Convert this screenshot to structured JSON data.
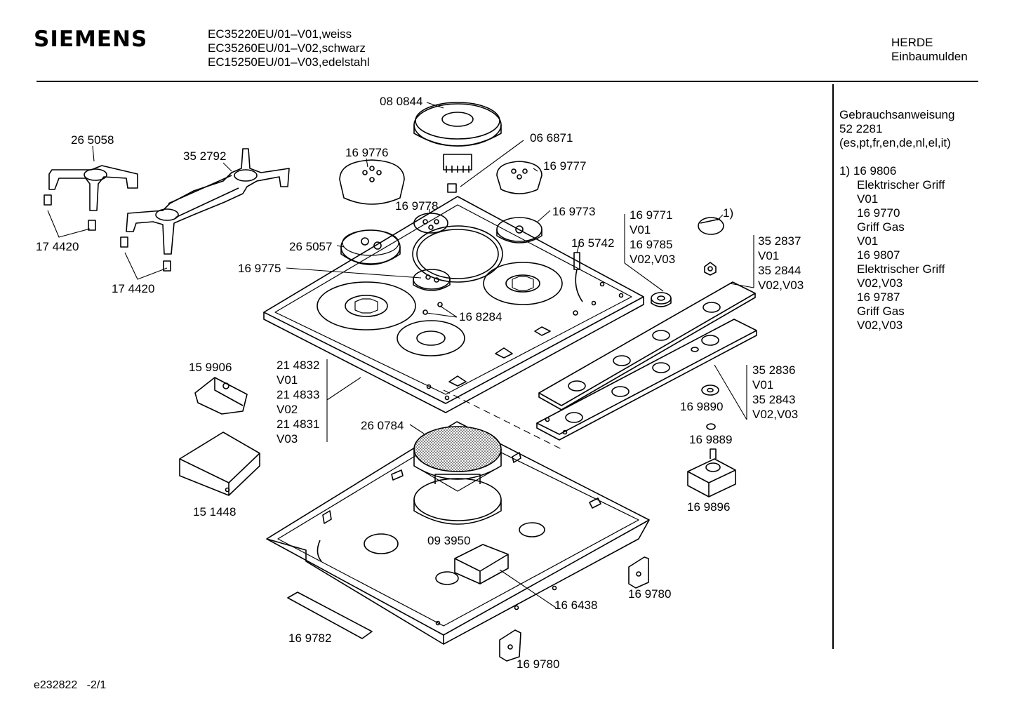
{
  "header": {
    "brand": "SIEMENS",
    "models": [
      "EC35220EU/01–V01,weiss",
      "EC35260EU/01–V02,schwarz",
      "EC15250EU/01–V03,edelstahl"
    ],
    "category": [
      "HERDE",
      "Einbaumulden"
    ]
  },
  "side_notes": {
    "manual_title": "Gebrauchsanweisung",
    "manual_number": "52 2281",
    "manual_languages": "(es,pt,fr,en,de,nl,el,it)",
    "footnote_marker": "1)",
    "footnote_lines": [
      "16 9806",
      "Elektrischer Griff",
      "V01",
      "16 9770",
      "Griff Gas",
      "V01",
      "16 9807",
      "Elektrischer Griff",
      "V02,V03",
      "16 9787",
      "Griff Gas",
      "V02,V03"
    ]
  },
  "part_labels": [
    {
      "id": "lbl-080844",
      "text": "08 0844"
    },
    {
      "id": "lbl-066871",
      "text": "06 6871"
    },
    {
      "id": "lbl-169776",
      "text": "16 9776"
    },
    {
      "id": "lbl-169777",
      "text": "16 9777"
    },
    {
      "id": "lbl-169778",
      "text": "16 9778"
    },
    {
      "id": "lbl-169773",
      "text": "16 9773"
    },
    {
      "id": "lbl-265058",
      "text": "26 5058"
    },
    {
      "id": "lbl-352792",
      "text": "35 2792"
    },
    {
      "id": "lbl-174420a",
      "text": "17 4420"
    },
    {
      "id": "lbl-174420b",
      "text": "17 4420"
    },
    {
      "id": "lbl-265057",
      "text": "26 5057"
    },
    {
      "id": "lbl-169775",
      "text": "16 9775"
    },
    {
      "id": "lbl-168284",
      "text": "16 8284"
    },
    {
      "id": "lbl-165742",
      "text": "16 5742"
    },
    {
      "id": "lbl-169771",
      "text": "16 9771"
    },
    {
      "id": "lbl-169771-v01",
      "text": "V01"
    },
    {
      "id": "lbl-169785",
      "text": "16 9785"
    },
    {
      "id": "lbl-169785-v",
      "text": "V02,V03"
    },
    {
      "id": "lbl-knob-footnote",
      "text": "1)"
    },
    {
      "id": "lbl-352837",
      "text": "35 2837"
    },
    {
      "id": "lbl-352837-v",
      "text": "V01"
    },
    {
      "id": "lbl-352844",
      "text": "35 2844"
    },
    {
      "id": "lbl-352844-v",
      "text": "V02,V03"
    },
    {
      "id": "lbl-159906",
      "text": "15 9906"
    },
    {
      "id": "lbl-214832",
      "text": "21 4832"
    },
    {
      "id": "lbl-214832-v",
      "text": "V01"
    },
    {
      "id": "lbl-214833",
      "text": "21 4833"
    },
    {
      "id": "lbl-214833-v",
      "text": "V02"
    },
    {
      "id": "lbl-214831",
      "text": "21 4831"
    },
    {
      "id": "lbl-214831-v",
      "text": "V03"
    },
    {
      "id": "lbl-352836",
      "text": "35 2836"
    },
    {
      "id": "lbl-352836-v",
      "text": "V01"
    },
    {
      "id": "lbl-352843",
      "text": "35 2843"
    },
    {
      "id": "lbl-352843-v",
      "text": "V02,V03"
    },
    {
      "id": "lbl-169890",
      "text": "16 9890"
    },
    {
      "id": "lbl-169889",
      "text": "16 9889"
    },
    {
      "id": "lbl-260784",
      "text": "26 0784"
    },
    {
      "id": "lbl-151448",
      "text": "15 1448"
    },
    {
      "id": "lbl-093950",
      "text": "09 3950"
    },
    {
      "id": "lbl-169896",
      "text": "16 9896"
    },
    {
      "id": "lbl-166438",
      "text": "16 6438"
    },
    {
      "id": "lbl-169780a",
      "text": "16 9780"
    },
    {
      "id": "lbl-169782",
      "text": "16 9782"
    },
    {
      "id": "lbl-169780b",
      "text": "16 9780"
    }
  ],
  "footer": {
    "drawing_id": "e232822",
    "page": "-2/1"
  }
}
